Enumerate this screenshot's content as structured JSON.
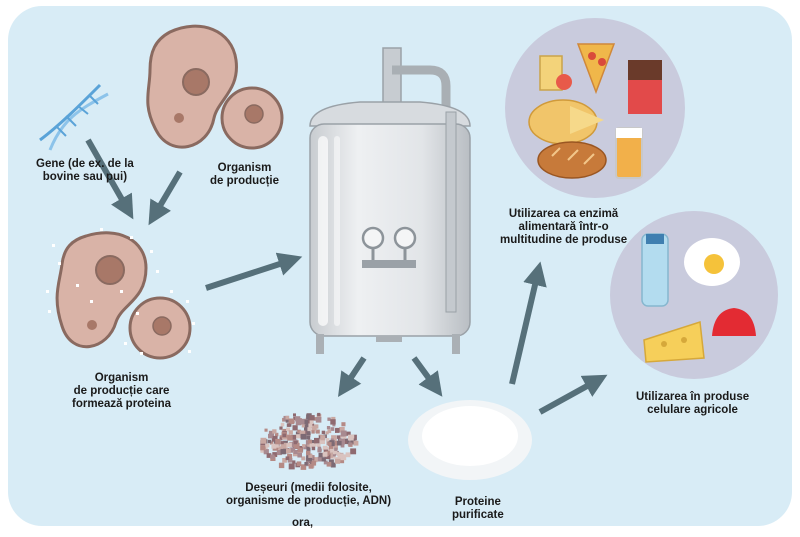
{
  "labels": {
    "genes": "Gene (de ex. de la\nbovine sau pui)",
    "production_organism": "Organism\nde producție",
    "organism_forming_protein": "Organism\nde producție care\nformează proteina",
    "food_enzyme_use": "Utilizarea ca enzimă\nalimentară într-o\nmultitudine de produse",
    "cellular_agriculture_use": "Utilizarea în produse\ncelulare agricole",
    "waste": "Deșeuri (medii folosite,\norganisme de producție, ADN)",
    "purified_proteins": "Proteine\npurificate",
    "cropped_text": "ora,"
  },
  "colors": {
    "background_panel": "#d8ecf6",
    "cell_body": "#d9b3a7",
    "cell_outline": "#8a6a60",
    "arrow": "#56707a",
    "tank": "#dfe3e6",
    "circle_bg": "#c9cbdd",
    "dna": "#5aa3d8"
  },
  "icons": [
    "dna-icon",
    "cell-icon",
    "bioreactor-icon",
    "food-items-icon",
    "animal-products-icon",
    "waste-pile-icon",
    "protein-powder-icon"
  ]
}
